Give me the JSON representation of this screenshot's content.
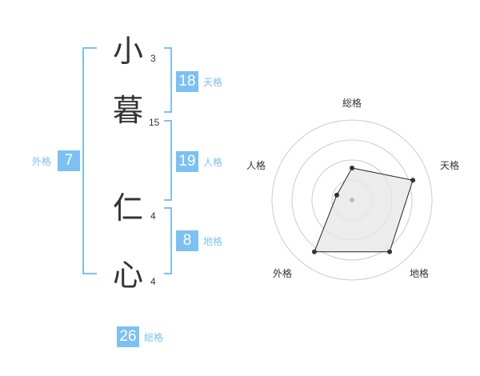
{
  "name_chars": [
    {
      "char": "小",
      "strokes": "3"
    },
    {
      "char": "暮",
      "strokes": "15"
    },
    {
      "char": "仁",
      "strokes": "4"
    },
    {
      "char": "心",
      "strokes": "4"
    }
  ],
  "fortunes": {
    "tenkaku": {
      "label": "天格",
      "value": "18"
    },
    "jinkaku": {
      "label": "人格",
      "value": "19"
    },
    "chikaku": {
      "label": "地格",
      "value": "8"
    },
    "gaikaku": {
      "label": "外格",
      "value": "7"
    },
    "soukaku": {
      "label": "総格",
      "value": "26"
    }
  },
  "colors": {
    "accent": "#7cc1f4",
    "text": "#333333",
    "grid": "#cccccc",
    "fill": "#e6e6e6"
  },
  "chart_data": {
    "type": "radar",
    "axes": [
      "総格",
      "天格",
      "地格",
      "外格",
      "人格"
    ],
    "values": [
      2,
      4,
      4,
      4,
      1
    ],
    "max": 5,
    "rings": 4
  }
}
